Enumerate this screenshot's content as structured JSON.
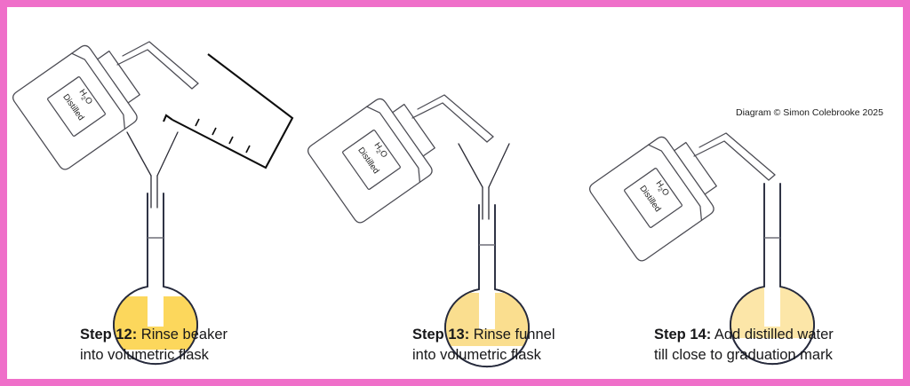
{
  "diagram": {
    "title": "Volumetric flask preparation steps 12-14",
    "copyright": "Diagram © Simon Colebrooke 2025",
    "border_color": "#ef6fc9",
    "background_color": "#ffffff"
  },
  "wash_bottle": {
    "label_line1": "Distilled",
    "label_line2_main": "H",
    "label_line2_sub": "2",
    "label_line2_tail": "O"
  },
  "steps": [
    {
      "id": "step-12",
      "step_label": "Step 12:",
      "caption_line1": "Rinse beaker",
      "caption_line2": "into volumetric flask",
      "has_beaker": true,
      "has_funnel": true,
      "liquid_color": "#fcd75c",
      "liquid_level_label": "low"
    },
    {
      "id": "step-13",
      "step_label": "Step 13:",
      "caption_line1": "Rinse funnel",
      "caption_line2": "into volumetric flask",
      "has_beaker": false,
      "has_funnel": true,
      "liquid_color": "#fade8f",
      "liquid_level_label": "medium"
    },
    {
      "id": "step-14",
      "step_label": "Step 14:",
      "caption_line1": "Add distilled water",
      "caption_line2": "till close to graduation mark",
      "has_beaker": false,
      "has_funnel": false,
      "liquid_color": "#fce6a8",
      "liquid_level_label": "high"
    }
  ]
}
